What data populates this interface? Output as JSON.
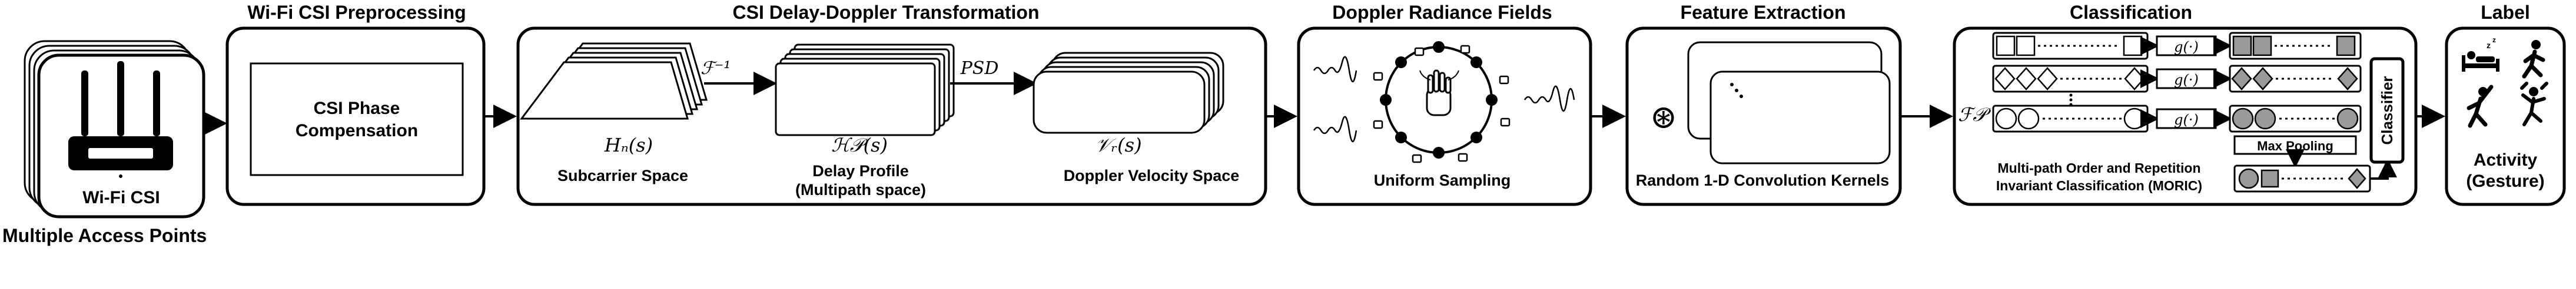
{
  "stages": {
    "input": {
      "label": "Wi-Fi CSI",
      "caption": "Multiple Access Points"
    },
    "preprocessing": {
      "title": "Wi-Fi CSI Preprocessing",
      "box_label_line1": "CSI Phase",
      "box_label_line2": "Compensation"
    },
    "transformation": {
      "title": "CSI Delay-Doppler Transformation",
      "op1": "ℱ⁻¹",
      "op2": "PSD",
      "sym1": "Hₙ(s)",
      "sym2": "ℋ𝒫(s)",
      "sym3": "𝒱ᵣ(s)",
      "cap1": "Subcarrier Space",
      "cap2_line1": "Delay Profile",
      "cap2_line2": "(Multipath space)",
      "cap3": "Doppler Velocity Space"
    },
    "doppler": {
      "title": "Doppler Radiance Fields",
      "caption": "Uniform Sampling"
    },
    "feature": {
      "title": "Feature Extraction",
      "conv_symbol": "⊛",
      "caption": "Random 1-D Convolution Kernels"
    },
    "classification": {
      "title": "Classification",
      "input_symbol": "ℱ𝒫",
      "g_label": "g(·)",
      "pool_label": "Max Pooling",
      "classifier_label": "Classifier",
      "caption_line1": "Multi-path Order and Repetition",
      "caption_line2": "Invariant Classification (MORIC)"
    },
    "label": {
      "title": "Label",
      "cap_line1": "Activity",
      "cap_line2": "(Gesture)"
    }
  }
}
